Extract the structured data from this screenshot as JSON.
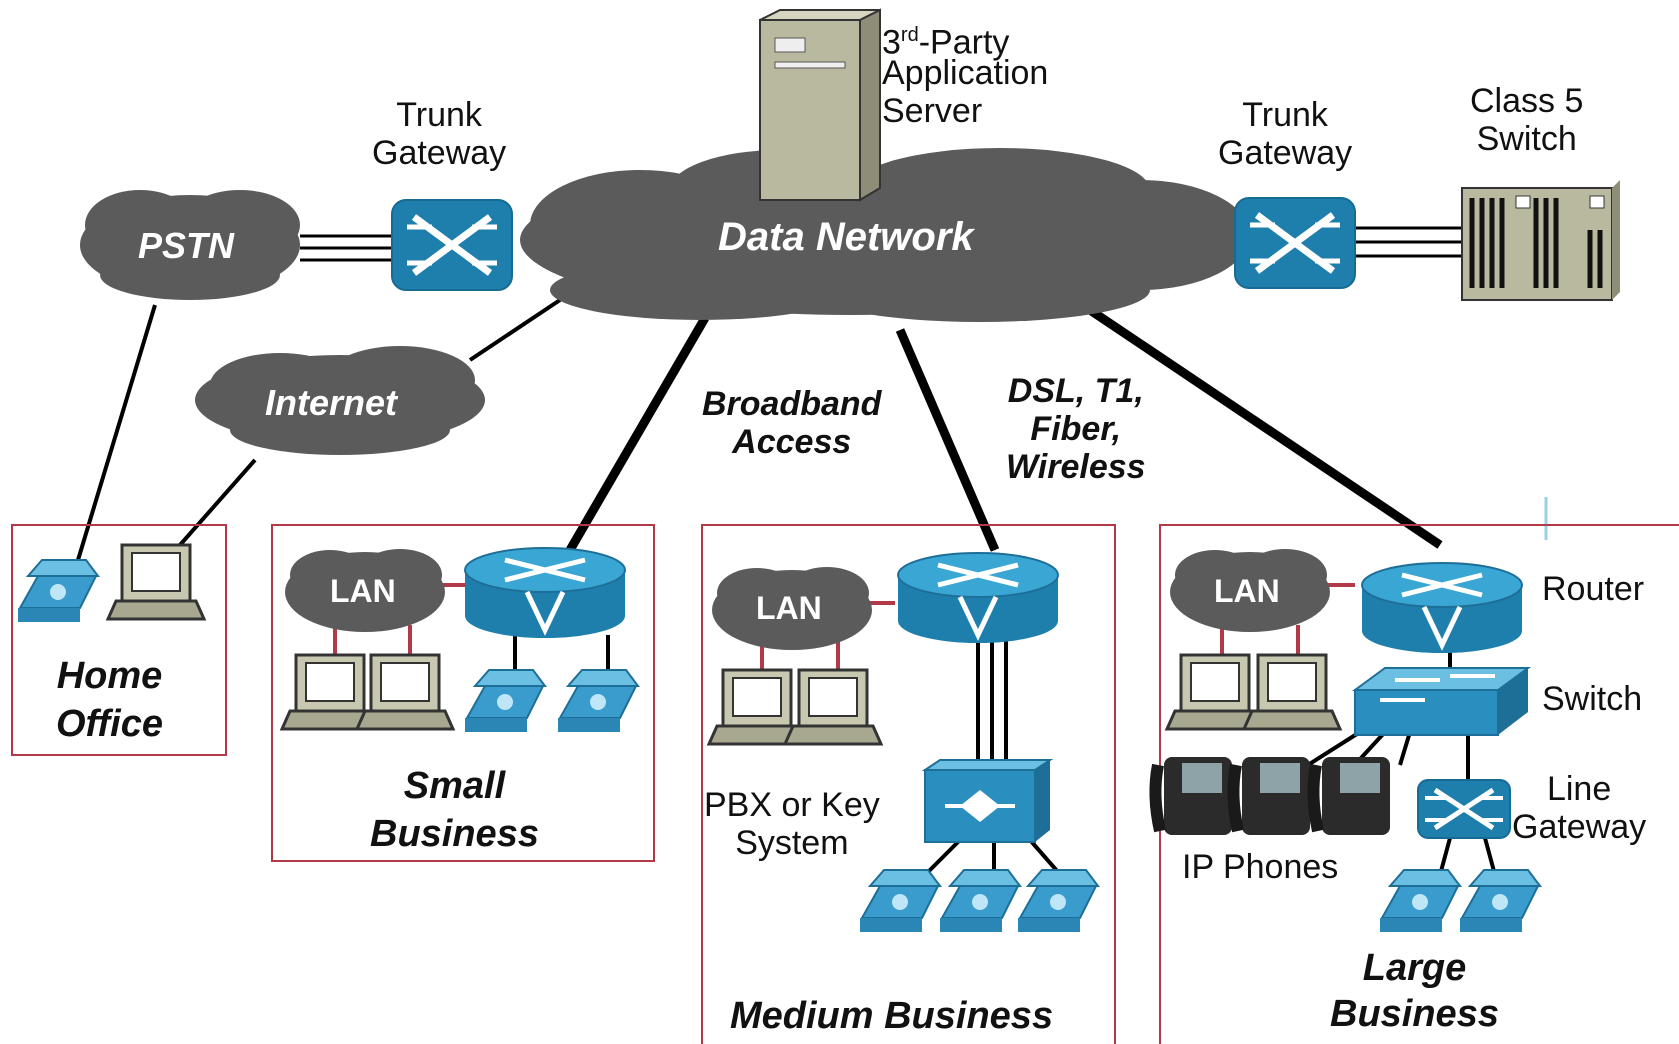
{
  "clouds": {
    "pstn": "PSTN",
    "internet": "Internet",
    "data_network": "Data Network"
  },
  "labels": {
    "trunk_gateway_left": "Trunk\nGateway",
    "trunk_gateway_right": "Trunk\nGateway",
    "app_server_sup": "rd",
    "app_server_3": "3",
    "app_server_rest": "-Party",
    "app_server_line2": "Application\nServer",
    "class5_switch": "Class 5\nSwitch",
    "broadband_access": "Broadband\nAccess",
    "access_types": "DSL, T1,\nFiber,\nWireless",
    "router": "Router",
    "switch": "Switch",
    "line_gateway": "Line\nGateway",
    "ip_phones": "IP Phones",
    "pbx": "PBX or Key\nSystem",
    "lan": "LAN"
  },
  "sites": {
    "home_office": "Home\nOffice",
    "small_business": "Small\nBusiness",
    "medium_business": "Medium Business",
    "large_business": "Large\nBusiness"
  },
  "colors": {
    "cloud": "#5b5b5b",
    "device_blue": "#2a8fbf",
    "box_border": "#b23a48",
    "server": "#b9b9a0",
    "computer": "#c8c8b0"
  }
}
